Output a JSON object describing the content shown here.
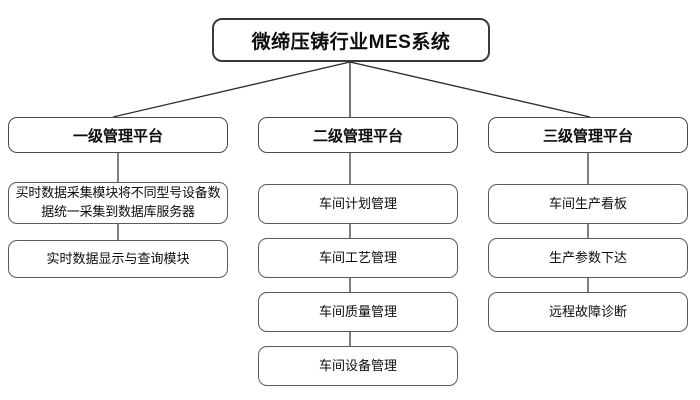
{
  "diagram": {
    "title_node": {
      "label": "微缔压铸行业MES系统"
    },
    "columns": [
      {
        "header": {
          "label": "一级管理平台"
        },
        "items": [
          {
            "label": "买时数据采集模块将不同型号设备数据统一采集到数据库服务器"
          },
          {
            "label": "实时数据显示与查询模块"
          }
        ]
      },
      {
        "header": {
          "label": "二级管理平台"
        },
        "items": [
          {
            "label": "车间计划管理"
          },
          {
            "label": "车间工艺管理"
          },
          {
            "label": "车间质量管理"
          },
          {
            "label": "车间设备管理"
          }
        ]
      },
      {
        "header": {
          "label": "三级管理平台"
        },
        "items": [
          {
            "label": "车间生产看板"
          },
          {
            "label": "生产参数下达"
          },
          {
            "label": "远程故障诊断"
          }
        ]
      }
    ],
    "colors": {
      "background": "#ffffff",
      "box_border": "#5a5a5a",
      "title_border": "#3a3a3a",
      "connector": "#2b2b2b",
      "text": "#0d0d0d"
    }
  }
}
